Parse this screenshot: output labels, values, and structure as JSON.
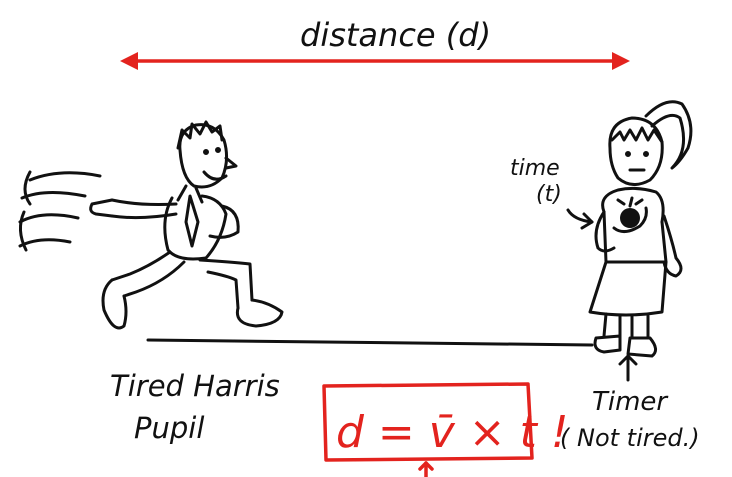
{
  "labels": {
    "distance": "distance (d)",
    "time": "time",
    "time_symbol": "(t)",
    "runner_line1": "Tired Harris",
    "runner_line2": "Pupil",
    "timer_line1": "Timer",
    "timer_line2": "( Not tired.)",
    "formula": "d = v̄ × t !"
  },
  "colors": {
    "ink": "#111111",
    "accent": "#e3231e"
  },
  "icons": {
    "runner": "running-boy-figure",
    "timer": "girl-with-stopwatch-figure",
    "stopwatch": "stopwatch-icon"
  }
}
